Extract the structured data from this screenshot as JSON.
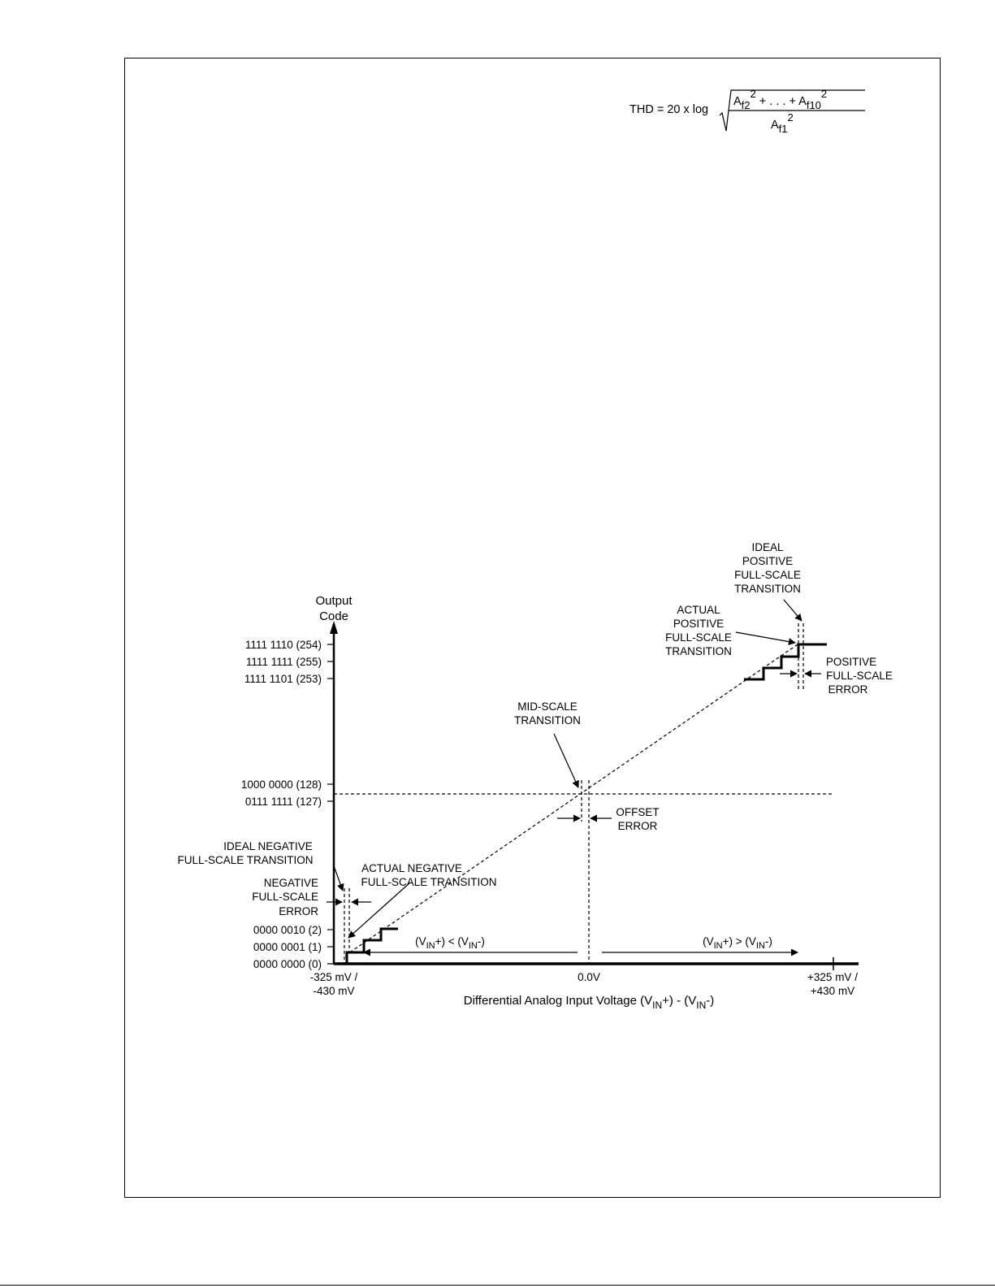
{
  "formula": {
    "lhs": "THD = 20 x log",
    "num_a": "A",
    "num_a_sub": "f2",
    "num_a_sup": "2",
    "num_mid": " + . . .  + ",
    "num_b": "A",
    "num_b_sub": "f10",
    "num_b_sup": "2",
    "den": "A",
    "den_sub": "f1",
    "den_sup": "2"
  },
  "diagram": {
    "y_axis_title": [
      "Output",
      "Code"
    ],
    "x_axis_title": {
      "pre": "Differential Analog Input Voltage (V",
      "sub1": "IN",
      "mid": "+) - (V",
      "sub2": "IN",
      "post": "-)"
    },
    "y_ticks": [
      "1111 1110 (254)",
      "1111 1111 (255)",
      "1111 1101 (253)",
      "1000 0000 (128)",
      "0111 1111 (127)",
      "0000 0010 (2)",
      "0000 0001 (1)",
      "0000 0000 (0)"
    ],
    "x_ticks": {
      "left": [
        "-325 mV /",
        "-430 mV"
      ],
      "center": "0.0V",
      "right": [
        "+325 mV /",
        "+430 mV"
      ]
    },
    "annotations": {
      "ideal_positive": [
        "IDEAL",
        "POSITIVE",
        "FULL-SCALE",
        "TRANSITION"
      ],
      "actual_positive": [
        "ACTUAL",
        "POSITIVE",
        "FULL-SCALE",
        "TRANSITION"
      ],
      "positive_error": [
        "POSITIVE",
        "FULL-SCALE",
        "ERROR"
      ],
      "mid_scale": [
        "MID-SCALE",
        "TRANSITION"
      ],
      "offset_error": [
        "OFFSET",
        "ERROR"
      ],
      "ideal_negative": [
        "IDEAL NEGATIVE",
        "FULL-SCALE TRANSITION"
      ],
      "actual_negative": [
        "ACTUAL NEGATIVE",
        "FULL-SCALE TRANSITION"
      ],
      "negative_error": [
        "NEGATIVE",
        "FULL-SCALE",
        "ERROR"
      ]
    },
    "region_left": {
      "a": "(V",
      "b": "IN",
      "c": "+) < (V",
      "d": "IN",
      "e": "-)"
    },
    "region_right": {
      "a": "(V",
      "b": "IN",
      "c": "+) > (V",
      "d": "IN",
      "e": "-)"
    }
  }
}
